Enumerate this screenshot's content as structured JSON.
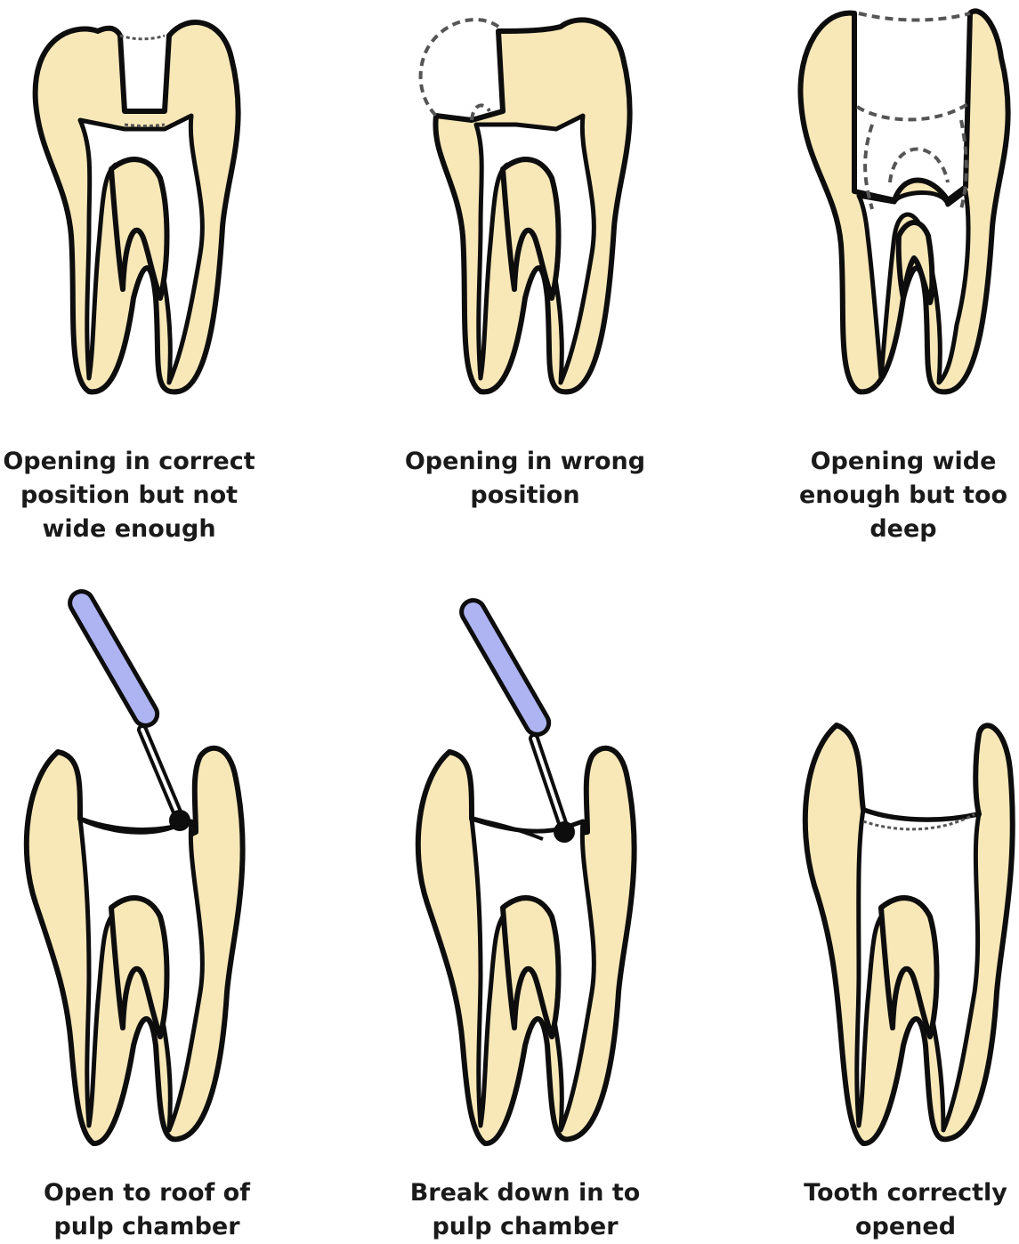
{
  "captions": {
    "p1": "Opening in correct\nposition but not\nwide enough",
    "p2": "Opening in wrong\nposition",
    "p3": "Opening wide\nenough but too\ndeep",
    "p4": "Open to roof of\npulp chamber",
    "p5": "Break down in to\npulp chamber",
    "p6": "Tooth correctly\nopened"
  },
  "colors": {
    "tooth": "#f8e8b8",
    "outline": "#0d0d0d",
    "instrument": "#aeb4f2",
    "dashed": "#555555"
  }
}
